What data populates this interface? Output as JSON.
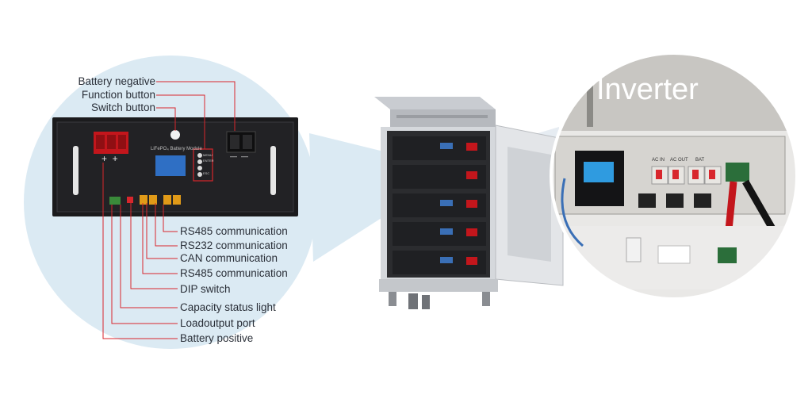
{
  "battery_module": {
    "front_label": "LiFePO₄ Battery Module",
    "terminal_symbols": {
      "positive": "+  +",
      "negative": "—  —"
    },
    "buttons": {
      "menu": "MENU",
      "enter": "ENTER",
      "esc": "ESC"
    }
  },
  "callouts_top": [
    "Battery negative",
    "Function button",
    "Switch button"
  ],
  "callouts_bottom": [
    "RS485 communication",
    "RS232 communication",
    "CAN communication",
    "RS485 communication",
    "DIP switch",
    "Capacity status light",
    "Loadoutput port",
    "Battery positive"
  ],
  "inverter": {
    "title": "Inverter",
    "breaker_labels": [
      "AC IN",
      "AC OUT",
      "BAT"
    ]
  },
  "colors": {
    "bubble": "#dbeaf3",
    "leader_line": "#d8262c",
    "battery_body": "#1b1b1d",
    "terminal_red": "#c3161c",
    "lcd_blue": "#2f6fc4",
    "text": "#2a2f38"
  }
}
